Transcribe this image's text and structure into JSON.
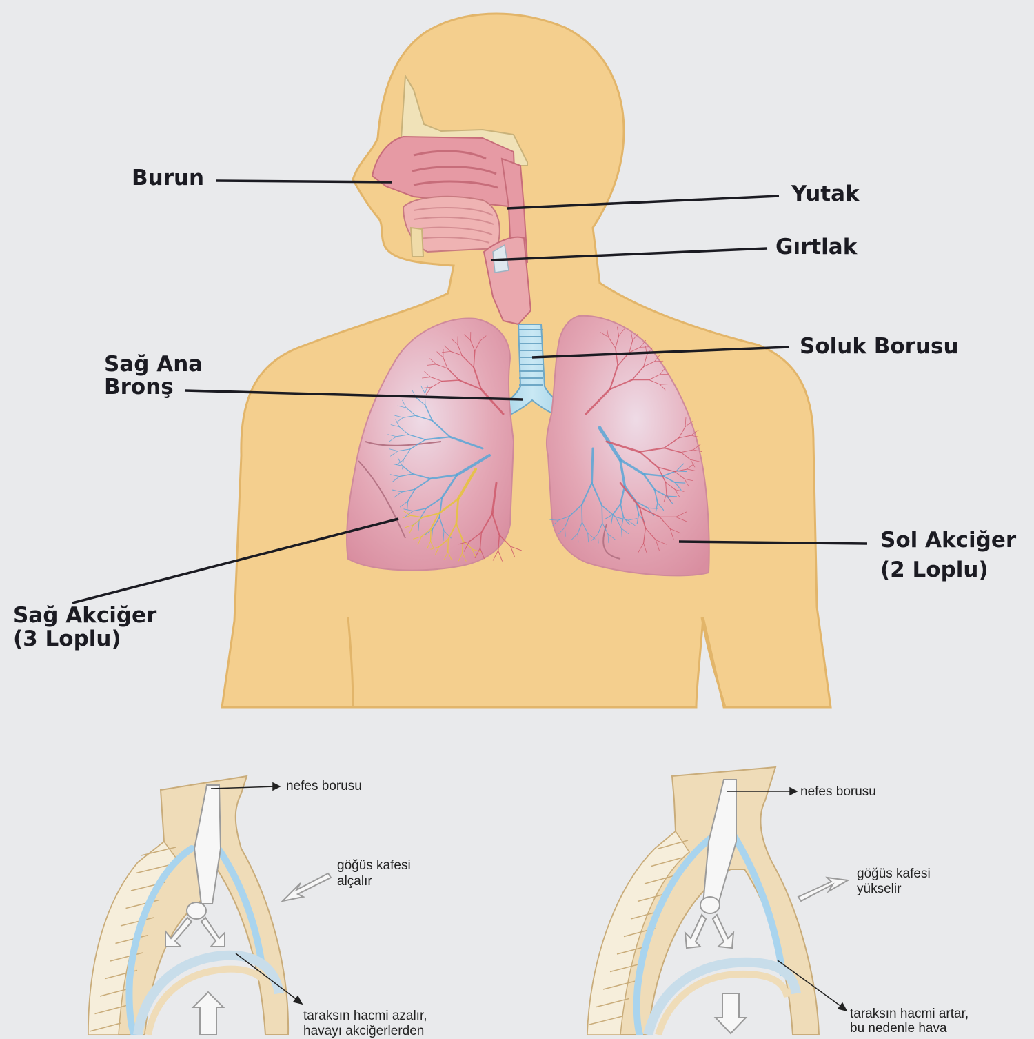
{
  "colors": {
    "background": "#e9eaec",
    "body": "#f4cf8e",
    "body_outline": "#e2b56a",
    "lung": "#e4a8b6",
    "vein_red": "#cf5b6c",
    "vein_blue": "#5aa6d6",
    "bronchi_yellow": "#e6c43b",
    "airway": "#e9a0a6",
    "trachea": "#9fd0e6",
    "pleura_blue": "#a9d4ee",
    "leader_line": "#1b1b22"
  },
  "labels": {
    "nose": "Burun",
    "pharynx": "Yutak",
    "larynx": "Gırtlak",
    "trachea": "Soluk Borusu",
    "right_bronchus_line1": "Sağ Ana",
    "right_bronchus_line2": "Bronş",
    "left_lung_line1": "Sol Akciğer",
    "left_lung_line2": "(2 Loplu)",
    "right_lung_line1": "Sağ Akciğer",
    "right_lung_line2": "(3 Loplu)"
  },
  "exhale": {
    "airway_label": "nefes borusu",
    "chest_line1": "göğüs kafesi",
    "chest_line2": "alçalır",
    "volume_line1": "taraksın hacmi azalır,",
    "volume_line2": "havayı akciğerlerden"
  },
  "inhale": {
    "airway_label": "nefes borusu",
    "chest_line1": "göğüs kafesi",
    "chest_line2": "yükselir",
    "volume_line1": "taraksın hacmi artar,",
    "volume_line2": "bu nedenle hava"
  }
}
